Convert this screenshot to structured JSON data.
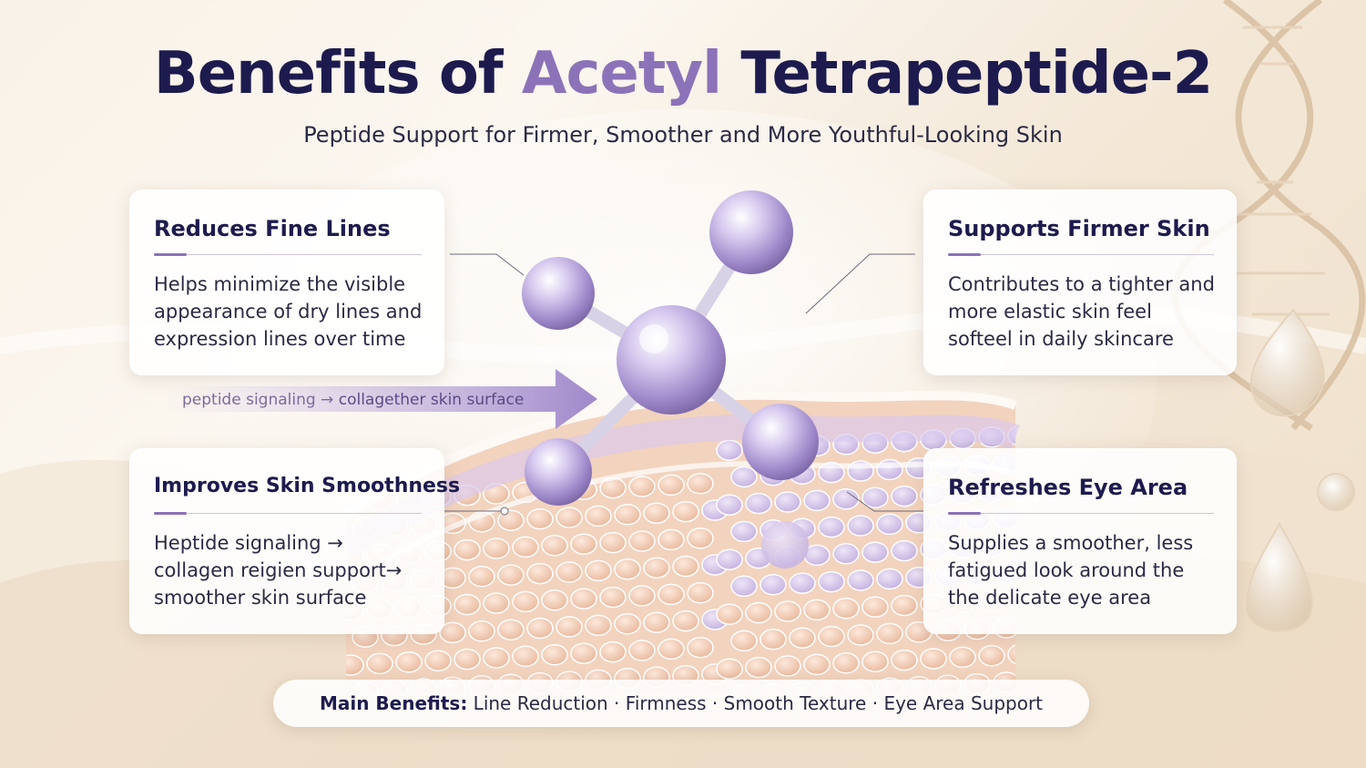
{
  "header": {
    "title_part1": "Benefits of ",
    "title_accent": "Acetyl",
    "title_part2": " Tetrapeptide-2",
    "subtitle": "Peptide Support for Firmer, Smoother and More Youthful-Looking Skin"
  },
  "cards": [
    {
      "title": "Reduces Fine Lines",
      "body": "Helps minimize the visible appearance of dry lines and expression lines over time"
    },
    {
      "title": "Supports Firmer Skin",
      "body": "Contributes to a tighter and more elastic skin feel softeel in daily skincare"
    },
    {
      "title": "Improves Skin Smoothness",
      "body": "Heptide signaling → collagen reigien support→ smoother skin surface"
    },
    {
      "title": "Refreshes Eye Area",
      "body": "Supplies a smoother, less fatigued look around the the delicate eye area"
    }
  ],
  "flow": {
    "part1": "peptide signaling → ",
    "part2": "collagether skin surface"
  },
  "footer": {
    "label": "Main Benefits:",
    "items": " Line Reduction · Firmness · Smooth Texture · Eye Area Support"
  },
  "colors": {
    "title": "#1d1b4e",
    "accent": "#8c72b8",
    "background": "#f9f2e8",
    "molecule": "#b9a6dc",
    "skin_cells": "#f1cdb4"
  },
  "icons": [
    "molecule-illustration",
    "skin-layer-illustration",
    "dna-helix-icon",
    "water-droplet-icon",
    "arrow-icon"
  ]
}
